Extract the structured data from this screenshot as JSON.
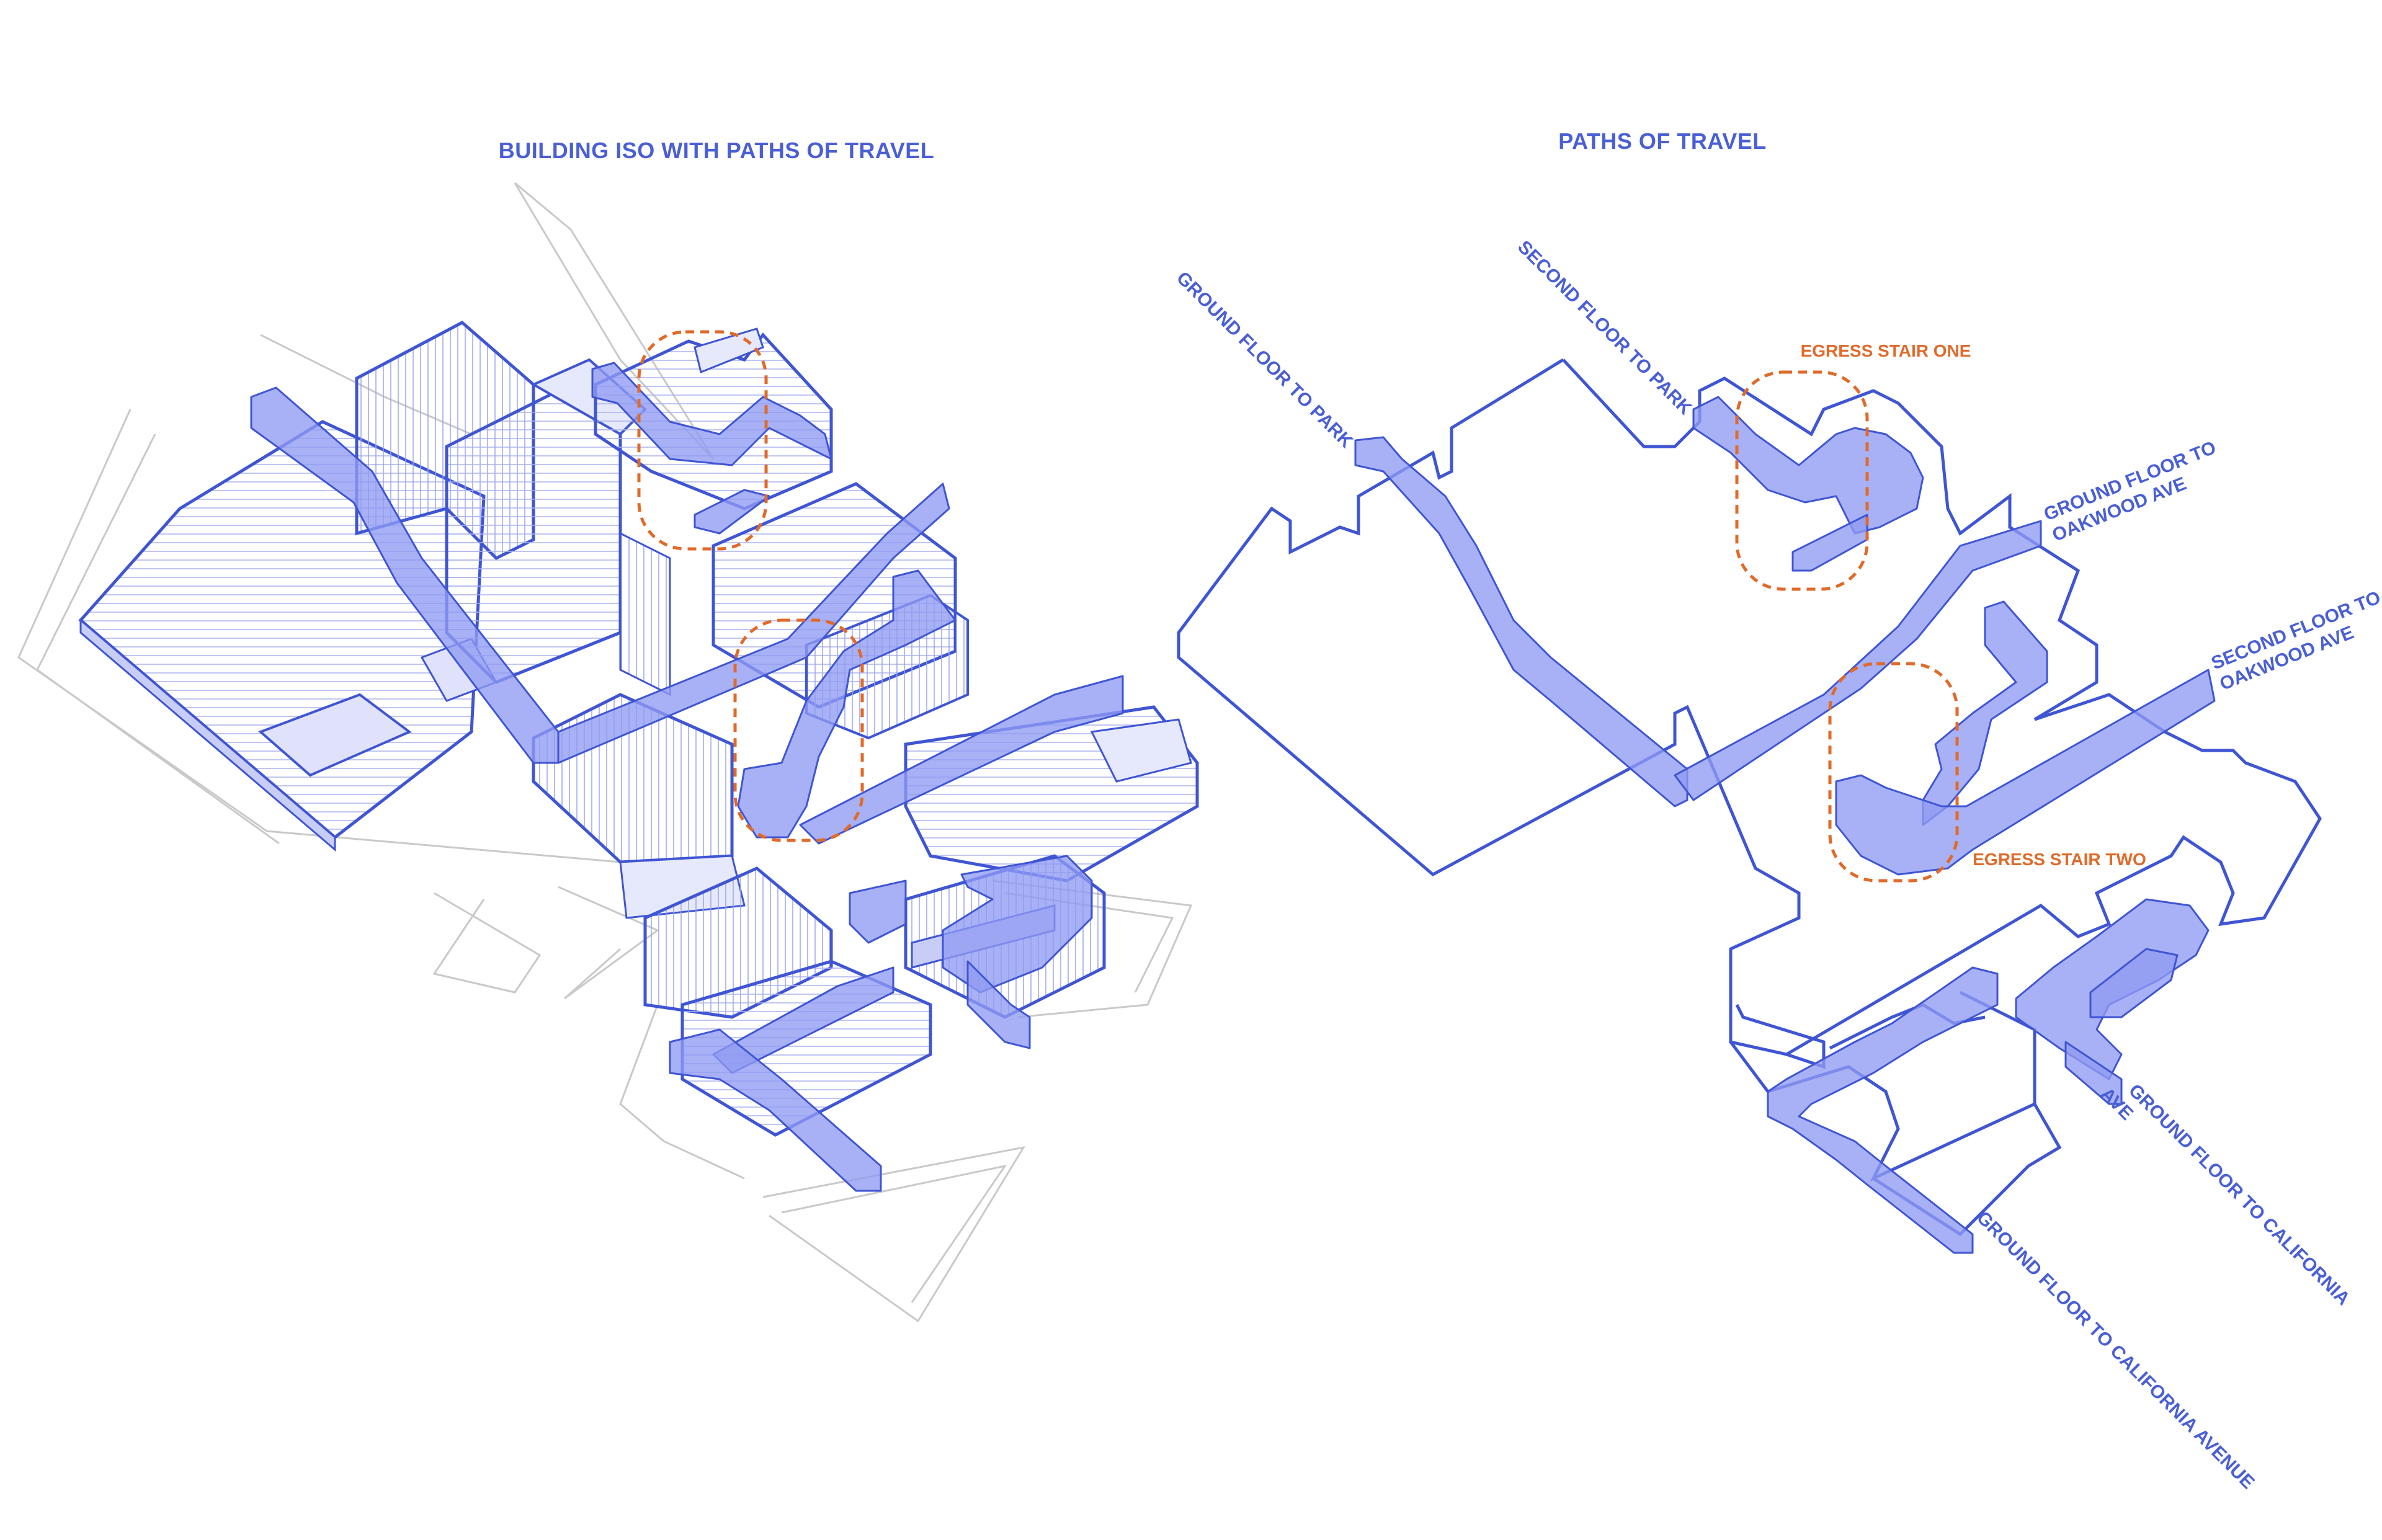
{
  "titles": {
    "left": "BUILDING ISO WITH PATHS OF TRAVEL",
    "right": "PATHS OF TRAVEL"
  },
  "labels": {
    "ground_park": "GROUND FLOOR TO PARK",
    "second_park": "SECOND FLOOR TO PARK",
    "ground_oakwood_1": "GROUND FLOOR TO",
    "ground_oakwood_2": "OAKWOOD AVE",
    "second_oakwood_1": "SECOND FLOOR TO",
    "second_oakwood_2": "OAKWOOD AVE",
    "ground_california_1": "GROUND FLOOR TO CALIFORNIA",
    "ground_california_2": "AVE",
    "ground_california_avenue": "GROUND FLOOR TO CALIFORNIA AVENUE"
  },
  "egress": {
    "one": "EGRESS STAIR ONE",
    "two": "EGRESS STAIR TWO"
  },
  "colors": {
    "line": "#3f55d4",
    "text": "#4a5fd6",
    "path_fill": "#8f9bf2",
    "egress": "#e06a2a",
    "site": "#c9c9c9"
  }
}
